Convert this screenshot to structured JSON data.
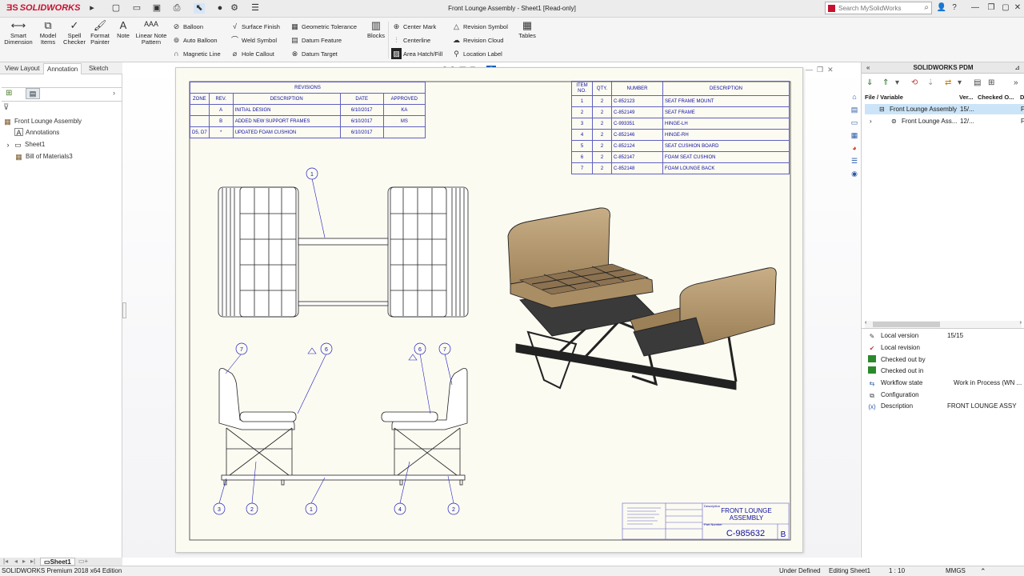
{
  "app": {
    "brand": "SOLIDWORKS",
    "title": "Front Lounge Assembly - Sheet1 [Read-only]"
  },
  "search": {
    "placeholder": "Search MySolidWorks"
  },
  "ribbon": {
    "smart_dimension": "Smart Dimension",
    "model_items": "Model Items",
    "spell_checker": "Spell Checker",
    "format_painter": "Format Painter",
    "note": "Note",
    "linear_note_pattern": "Linear Note Pattern",
    "balloon": "Balloon",
    "auto_balloon": "Auto Balloon",
    "magnetic_line": "Magnetic Line",
    "surface_finish": "Surface Finish",
    "weld_symbol": "Weld Symbol",
    "hole_callout": "Hole Callout",
    "geometric_tolerance": "Geometric Tolerance",
    "datum_feature": "Datum Feature",
    "datum_target": "Datum Target",
    "blocks": "Blocks",
    "center_mark": "Center Mark",
    "centerline": "Centerline",
    "area_hatch": "Area Hatch/Fill",
    "revision_symbol": "Revision Symbol",
    "revision_cloud": "Revision Cloud",
    "location_label": "Location Label",
    "tables": "Tables"
  },
  "tabs": [
    "View Layout",
    "Annotation",
    "Sketch"
  ],
  "tree": {
    "root": "Front Lounge Assembly",
    "annotations": "Annotations",
    "sheet": "Sheet1",
    "bom": "Bill of Materials3"
  },
  "revisions": {
    "title": "REVISIONS",
    "headers": [
      "ZONE",
      "REV.",
      "DESCRIPTION",
      "DATE",
      "APPROVED"
    ],
    "rows": [
      [
        "",
        "A",
        "INITIAL DESIGN",
        "6/10/2017",
        "KA"
      ],
      [
        "",
        "B",
        "ADDED NEW SUPPORT FRAMES",
        "6/10/2017",
        "MS"
      ],
      [
        "D5, D7",
        "*",
        "UPDATED FOAM CUSHION",
        "6/10/2017",
        ""
      ]
    ]
  },
  "bom": {
    "headers": [
      "ITEM NO.",
      "QTY.",
      "NUMBER",
      "DESCRIPTION"
    ],
    "rows": [
      [
        "1",
        "2",
        "C-852123",
        "SEAT FRAME MOUNT"
      ],
      [
        "2",
        "2",
        "C-852149",
        "SEAT FRAME"
      ],
      [
        "3",
        "2",
        "C-993351",
        "HINGE-LH"
      ],
      [
        "4",
        "2",
        "C-852146",
        "HINGE-RH"
      ],
      [
        "5",
        "2",
        "C-852124",
        "SEAT CUSHION BOARD"
      ],
      [
        "6",
        "2",
        "C-852147",
        "FOAM SEAT CUSHION"
      ],
      [
        "7",
        "2",
        "C-852148",
        "FOAM LOUNGE BACK"
      ]
    ]
  },
  "balloons": {
    "b1": "1",
    "b2": "2",
    "b3": "3",
    "b4": "4",
    "b6": "6",
    "b7": "7"
  },
  "titleblock": {
    "description_label": "Description",
    "description": "FRONT LOUNGE ASSEMBLY",
    "part_number_label": "Part Number",
    "part_number": "C-985632",
    "rev": "B"
  },
  "pdm": {
    "title": "SOLIDWORKS PDM",
    "columns": [
      "File / Variable",
      "Ver...",
      "Checked O...",
      "D"
    ],
    "files": [
      {
        "name": "Front Lounge Assembly",
        "version": "15/...",
        "extra": "F"
      },
      {
        "name": "Front Lounge Ass...",
        "version": "12/...",
        "extra": "F"
      }
    ],
    "variables": [
      {
        "label": "Local version",
        "value": "15/15"
      },
      {
        "label": "Local revision",
        "value": ""
      },
      {
        "label": "Checked out by",
        "value": ""
      },
      {
        "label": "Checked out in",
        "value": ""
      },
      {
        "label": "Workflow state",
        "value": "Work in Process (WN ..."
      },
      {
        "label": "Configuration",
        "value": ""
      },
      {
        "label": "Description",
        "value": "FRONT LOUNGE ASSY"
      }
    ]
  },
  "sheet_tab": "Sheet1",
  "status": {
    "edition": "SOLIDWORKS Premium 2018 x64 Edition",
    "under_defined": "Under Defined",
    "editing": "Editing Sheet1",
    "scale": "1 : 10",
    "units": "MMGS"
  },
  "colors": {
    "brand": "#c8102e",
    "annotation_blue": "#1010a0",
    "wood": "#b79b72",
    "selection": "#cce4f7"
  }
}
